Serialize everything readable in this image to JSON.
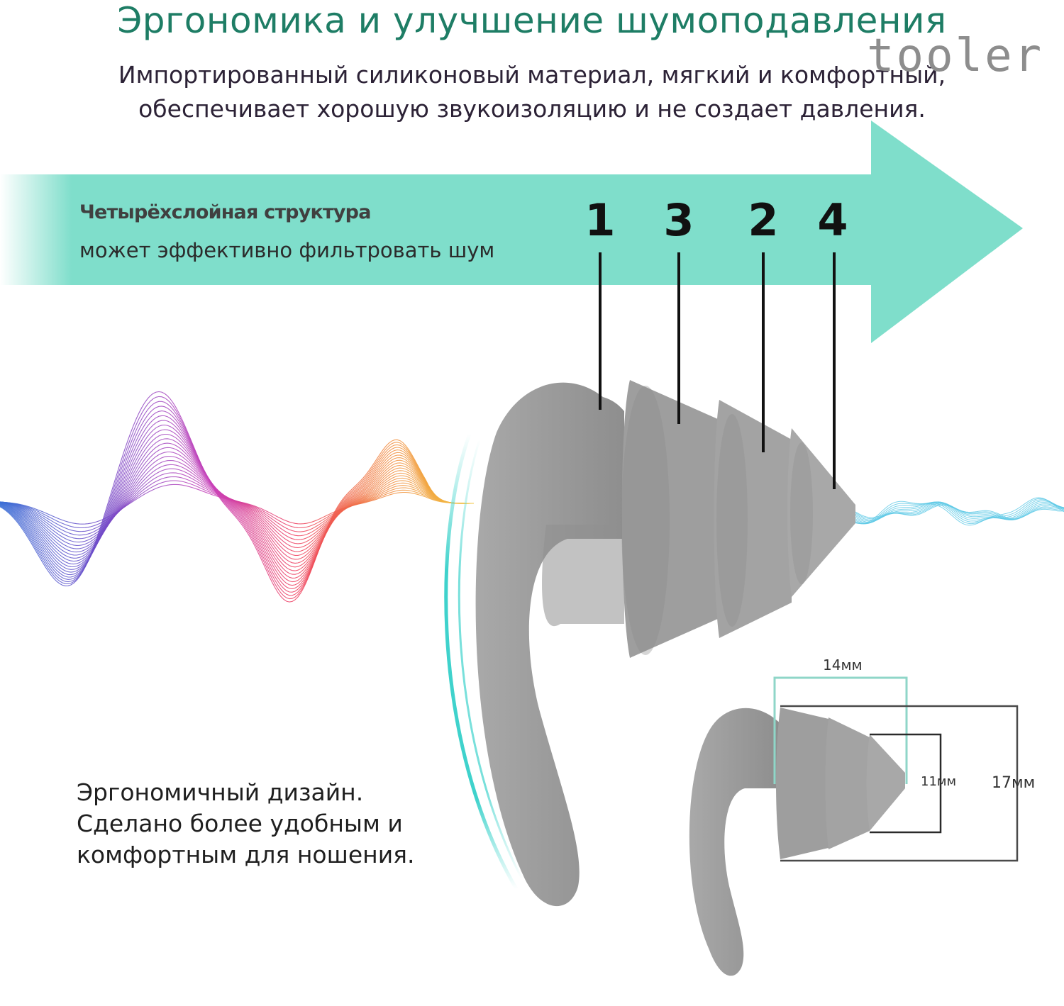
{
  "header": {
    "title": "Эргономика и улучшение шумоподавления",
    "subtitle_line1": "Импортированный силиконовый материал, мягкий и комфортный,",
    "subtitle_line2": "обеспечивает хорошую звукоизоляцию и не создает давления."
  },
  "brand": {
    "logo_text": "tooler"
  },
  "arrow": {
    "heading": "Четырёхслойная структура",
    "caption": "может эффективно фильтровать шум"
  },
  "layers": {
    "labels": [
      "1",
      "3",
      "2",
      "4"
    ]
  },
  "ergonomics": {
    "line1": "Эргономичный дизайн.",
    "line2": "Сделано более удобным и",
    "line3": "комфортным для ношения."
  },
  "dimensions": {
    "width": "14мм",
    "inner": "11мм",
    "outer": "17мм"
  },
  "colors": {
    "title": "#1e7d65",
    "arrow": "#7fdecb",
    "earplug": "#9a9a9a",
    "dimension_box": "#8fd6c8"
  },
  "icons": {
    "logo": "tooler-logo",
    "sound_wave": "sound-wave-graphic",
    "earplug": "earplug-graphic"
  }
}
